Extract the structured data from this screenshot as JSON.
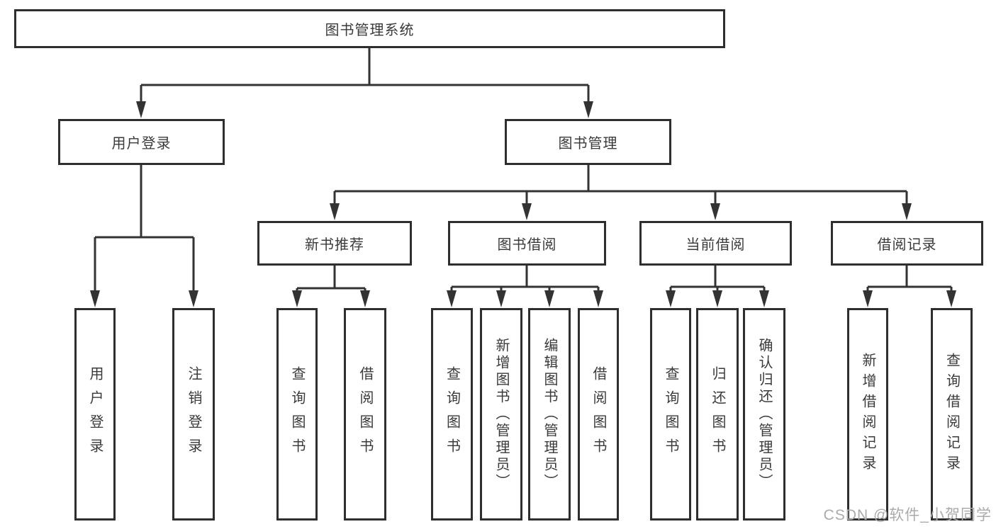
{
  "diagram": {
    "title": "图书管理系统",
    "watermark": "CSDN @软件_小贺同学",
    "colors": {
      "line": "#333333",
      "border": "#2e2e2e",
      "text": "#3a3a3a",
      "box_background": "#ffffff",
      "page_background": "#ffffff",
      "watermark": "#ababab"
    },
    "nodes": {
      "root": {
        "label": "图书管理系统"
      },
      "user_login": {
        "label": "用户登录"
      },
      "book_management": {
        "label": "图书管理"
      },
      "new_book_recommend": {
        "label": "新书推荐"
      },
      "book_borrowing": {
        "label": "图书借阅"
      },
      "current_borrowing": {
        "label": "当前借阅"
      },
      "borrowing_records": {
        "label": "借阅记录"
      },
      "leaf_user_login": {
        "label": "用户登录"
      },
      "leaf_logout": {
        "label": "注销登录"
      },
      "leaf_rec_query_books": {
        "label": "查询图书"
      },
      "leaf_rec_borrow_books": {
        "label": "借阅图书"
      },
      "leaf_bor_query_books": {
        "label": "查询图书"
      },
      "leaf_bor_add_books": {
        "label": "新增图书（管理员）"
      },
      "leaf_bor_edit_books": {
        "label": "编辑图书（管理员）"
      },
      "leaf_bor_borrow_books": {
        "label": "借阅图书"
      },
      "leaf_cur_query_books": {
        "label": "查询图书"
      },
      "leaf_cur_return_books": {
        "label": "归还图书"
      },
      "leaf_cur_confirm_return": {
        "label": "确认归还（管理员）"
      },
      "leaf_add_borrow_record": {
        "label": "新增借阅记录"
      },
      "leaf_query_borrow_record": {
        "label": "查询借阅记录"
      }
    },
    "edges": [
      {
        "from": "图书管理系统",
        "to": "用户登录"
      },
      {
        "from": "图书管理系统",
        "to": "图书管理"
      },
      {
        "from": "用户登录",
        "to": "用户登录"
      },
      {
        "from": "用户登录",
        "to": "注销登录"
      },
      {
        "from": "图书管理",
        "to": "新书推荐"
      },
      {
        "from": "图书管理",
        "to": "图书借阅"
      },
      {
        "from": "图书管理",
        "to": "当前借阅"
      },
      {
        "from": "图书管理",
        "to": "借阅记录"
      },
      {
        "from": "新书推荐",
        "to": "查询图书"
      },
      {
        "from": "新书推荐",
        "to": "借阅图书"
      },
      {
        "from": "图书借阅",
        "to": "查询图书"
      },
      {
        "from": "图书借阅",
        "to": "新增图书（管理员）"
      },
      {
        "from": "图书借阅",
        "to": "编辑图书（管理员）"
      },
      {
        "from": "图书借阅",
        "to": "借阅图书"
      },
      {
        "from": "当前借阅",
        "to": "查询图书"
      },
      {
        "from": "当前借阅",
        "to": "归还图书"
      },
      {
        "from": "当前借阅",
        "to": "确认归还（管理员）"
      },
      {
        "from": "借阅记录",
        "to": "新增借阅记录"
      },
      {
        "from": "借阅记录",
        "to": "查询借阅记录"
      }
    ]
  }
}
